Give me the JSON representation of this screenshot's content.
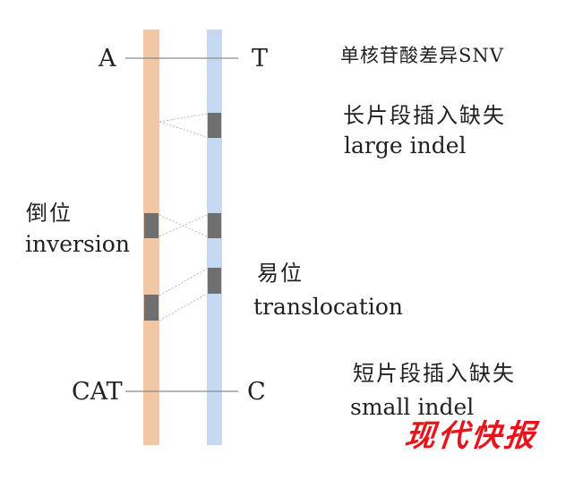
{
  "colors": {
    "left_strand": "#f1c7a6",
    "right_strand": "#c4d8f1",
    "variant_block": "#6f6f6f",
    "marker_line": "#8a8a8a",
    "connector": "#b8b8b8",
    "logo": "#e8141b"
  },
  "bases": {
    "top_left": "A",
    "top_right": "T",
    "bottom_left": "CAT",
    "bottom_right": "C"
  },
  "variants": {
    "snv": {
      "label_cn": "单核苷酸差异SNV"
    },
    "large_indel": {
      "label_cn": "长片段插入缺失",
      "label_en": "large indel"
    },
    "inversion": {
      "label_cn": "倒位",
      "label_en": "inversion"
    },
    "translocation": {
      "label_cn": "易位",
      "label_en": "translocation"
    },
    "small_indel": {
      "label_cn": "短片段插入缺失",
      "label_en": "small indel"
    }
  },
  "watermark": {
    "text": "现代快报"
  }
}
